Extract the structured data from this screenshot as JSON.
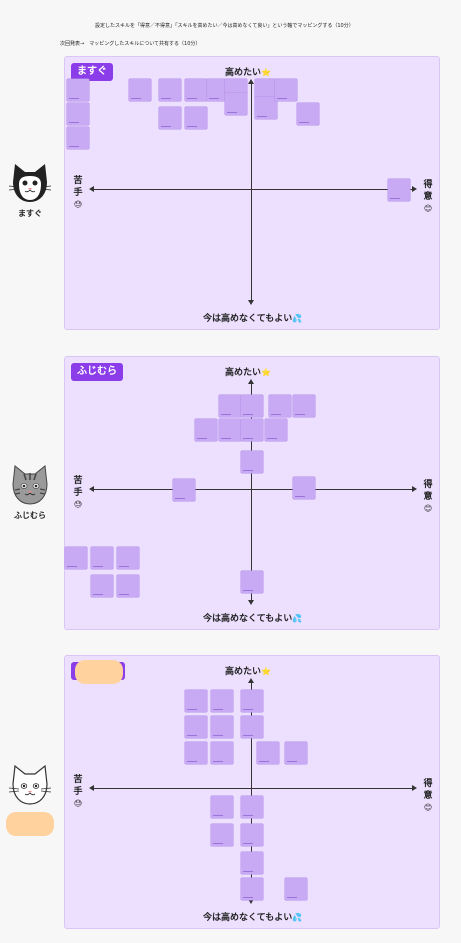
{
  "instructions": {
    "line1": "設定したスキルを「得意／不得意」「スキルを高めたい／今は高めなくて良い」という軸でマッピングする（10分）",
    "line2": "次回発表→　マッピングしたスキルについて共有する（10分）"
  },
  "axis_labels": {
    "top": "高めたい",
    "top_emoji": "⭐",
    "bottom": "今は高めなくてもよい",
    "bottom_emoji": "💦",
    "left": "苦手",
    "left_emoji": "😓",
    "right": "得意",
    "right_emoji": "😊"
  },
  "participants": [
    {
      "name": "ますぐ",
      "tag": "ますぐ"
    },
    {
      "name": "ふじむら",
      "tag": "ふじむら"
    },
    {
      "name": "",
      "tag": ""
    }
  ],
  "colors": {
    "board": "#ede0ff",
    "tag": "#8b3dea",
    "sticky": "#c8a9f3",
    "redaction": "#ffd29e"
  }
}
